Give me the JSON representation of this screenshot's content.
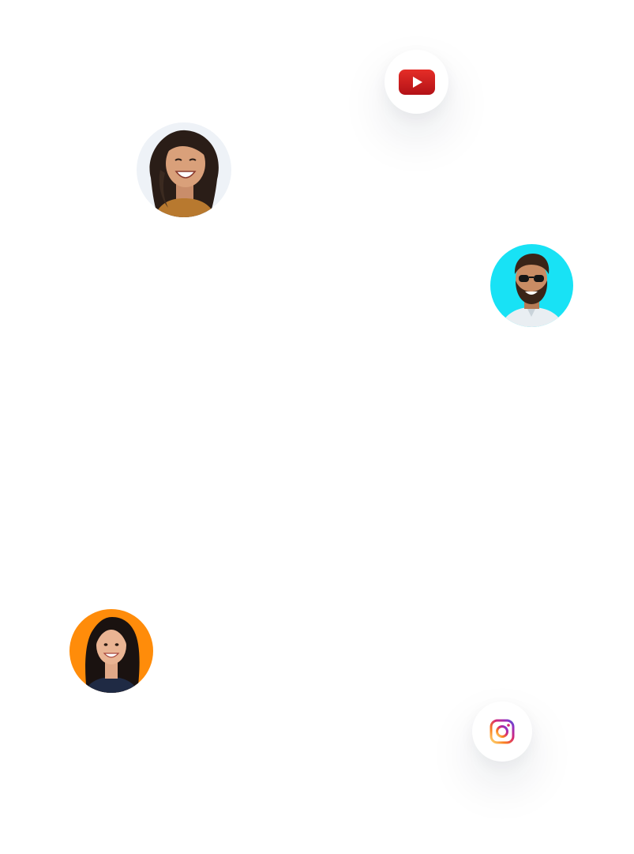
{
  "floating_items": {
    "youtube": {
      "icon": "youtube-icon",
      "color": "#E52D27",
      "dark_color": "#B31217"
    },
    "instagram": {
      "icon": "instagram-icon",
      "gradient": [
        "#FEDA75",
        "#FA7E1E",
        "#D62976",
        "#962FBF",
        "#4F5BD5"
      ]
    },
    "avatars": [
      {
        "icon": "avatar-woman-long-hair",
        "background": "#EEF2F7"
      },
      {
        "icon": "avatar-man-sunglasses",
        "background": "#18E2F5"
      },
      {
        "icon": "avatar-woman-smiling",
        "background": "#FF8C0A"
      }
    ]
  }
}
